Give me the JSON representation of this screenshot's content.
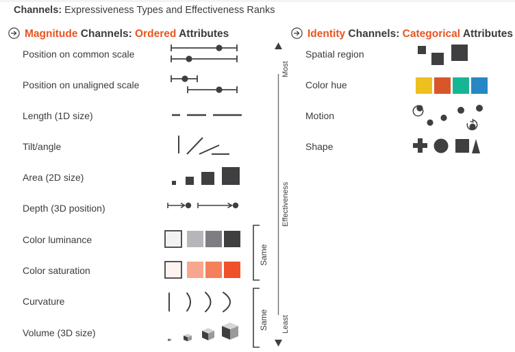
{
  "page": {
    "title_bold": "Channels:",
    "title_rest": " Expressiveness Types and Effectiveness Ranks"
  },
  "sections": {
    "magnitude": {
      "icon": "arrow-circle-right-icon",
      "head_part1": "Magnitude",
      "head_part2": " Channels: ",
      "head_part3": "Ordered",
      "head_part4": " Attributes",
      "accent": "#e8551f",
      "rows": [
        {
          "label": "Position on common scale",
          "glyph": "position-common-scale-glyph"
        },
        {
          "label": "Position on unaligned scale",
          "glyph": "position-unaligned-scale-glyph"
        },
        {
          "label": "Length (1D size)",
          "glyph": "length-glyph"
        },
        {
          "label": "Tilt/angle",
          "glyph": "tilt-angle-glyph"
        },
        {
          "label": "Area (2D size)",
          "glyph": "area-glyph"
        },
        {
          "label": "Depth (3D position)",
          "glyph": "depth-glyph"
        },
        {
          "label": "Color luminance",
          "glyph": "color-luminance-glyph"
        },
        {
          "label": "Color saturation",
          "glyph": "color-saturation-glyph"
        },
        {
          "label": "Curvature",
          "glyph": "curvature-glyph"
        },
        {
          "label": "Volume (3D size)",
          "glyph": "volume-glyph"
        }
      ],
      "brackets": [
        {
          "label": "Same"
        },
        {
          "label": "Same"
        }
      ]
    },
    "identity": {
      "icon": "arrow-circle-right-icon",
      "head_part1": "Identity",
      "head_part2": " Channels: ",
      "head_part3": "Categorical",
      "head_part4": " Attributes",
      "accent": "#e8551f",
      "rows": [
        {
          "label": "Spatial region",
          "glyph": "spatial-region-glyph"
        },
        {
          "label": "Color hue",
          "glyph": "color-hue-glyph"
        },
        {
          "label": "Motion",
          "glyph": "motion-glyph"
        },
        {
          "label": "Shape",
          "glyph": "shape-glyph"
        }
      ]
    }
  },
  "axis": {
    "name": "effectiveness-axis",
    "top_label": "Most",
    "middle_label": "Effectiveness",
    "bottom_label": "Least"
  },
  "colors": {
    "accent_orange": "#e8551f",
    "text_dark": "#3b3b3d",
    "glyph_dark": "#3f3f41",
    "luminance_swatches": [
      "#f2f2f2",
      "#b4b6ba",
      "#7c7e84",
      "#3f3f41"
    ],
    "saturation_swatches": [
      "#fdf4f1",
      "#f6a78d",
      "#f4805c",
      "#f0512a"
    ],
    "hue_swatches": [
      "#edc01f",
      "#d9562a",
      "#16b694",
      "#2787c4"
    ]
  }
}
